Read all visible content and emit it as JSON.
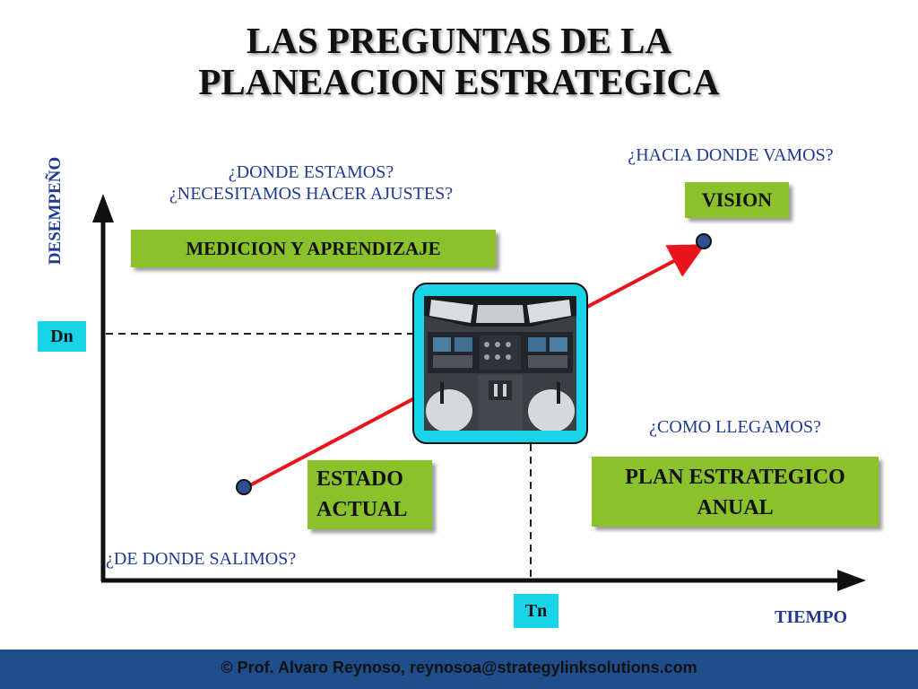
{
  "title": {
    "line1": "LAS PREGUNTAS DE LA",
    "line2": "PLANEACION ESTRATEGICA"
  },
  "axes": {
    "y_label": "DESEMPEÑO",
    "x_label": "TIEMPO"
  },
  "markers": {
    "dn": "Dn",
    "tn": "Tn"
  },
  "questions": {
    "donde_estamos": "¿DONDE ESTAMOS?",
    "ajustes": "¿NECESITAMOS HACER AJUSTES?",
    "hacia_donde": "¿HACIA DONDE VAMOS?",
    "como_llegamos": "¿COMO LLEGAMOS?",
    "de_donde": "¿DE DONDE SALIMOS?"
  },
  "boxes": {
    "medicion": "MEDICION Y APRENDIZAJE",
    "vision": "VISION",
    "estado_line1": "ESTADO",
    "estado_line2": "ACTUAL",
    "plan_line1": "PLAN ESTRATEGICO",
    "plan_line2": "ANUAL"
  },
  "footer": "© Prof. Alvaro Reynoso, reynosoa@strategylinksolutions.com",
  "colors": {
    "accent_green": "#8bc22b",
    "accent_cyan": "#19d3e8",
    "arrow_red": "#e8161c",
    "text_blue": "#1f3a93",
    "footer_blue": "#1f4e8c"
  },
  "icons": {
    "photo": "airplane-cockpit-icon"
  }
}
